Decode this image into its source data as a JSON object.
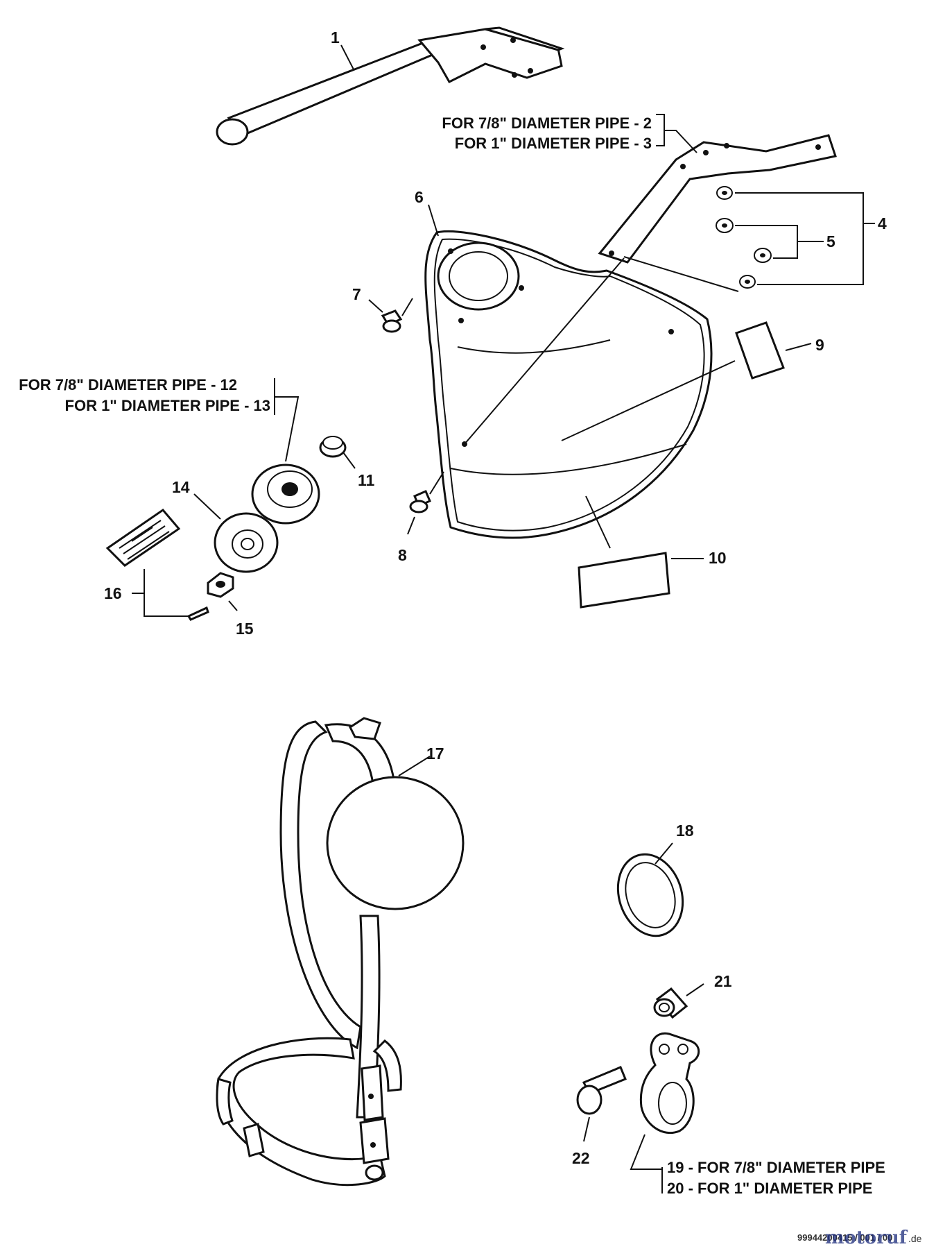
{
  "parts": {
    "p1": "1",
    "p4": "4",
    "p5": "5",
    "p6": "6",
    "p7": "7",
    "p8": "8",
    "p9": "9",
    "p10": "10",
    "p11": "11",
    "p14": "14",
    "p15": "15",
    "p16": "16",
    "p17": "17",
    "p18": "18",
    "p21": "21",
    "p22": "22"
  },
  "notes": {
    "bracket_2": "FOR 7/8\"  DIAMETER PIPE - 2",
    "bracket_3": "FOR 1\"  DIAMETER PIPE - 3",
    "holder_12": "FOR 7/8\"  DIAMETER PIPE - 12",
    "holder_13": "FOR 1\"  DIAMETER PIPE - 13",
    "clamp_19": "19  - FOR 7/8\"  DIAMETER PIPE",
    "clamp_20": "20  - FOR 1\"  DIAMETER PIPE"
  },
  "footer": {
    "watermark": "motoruf",
    "watermark_suffix": ".de",
    "drawing_code": "99944200415 / 001 / 00"
  }
}
